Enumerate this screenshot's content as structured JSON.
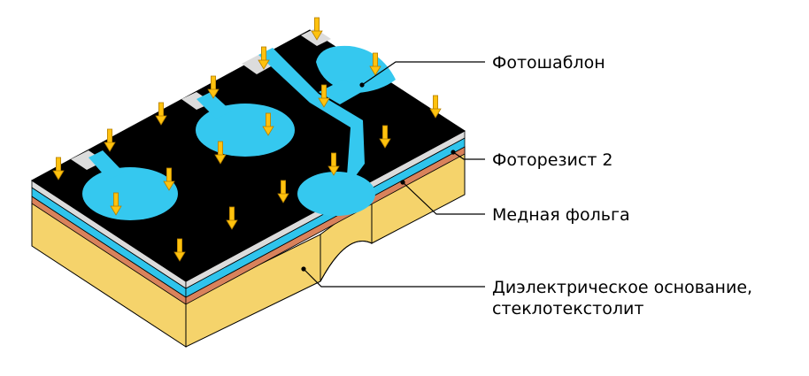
{
  "labels": {
    "photomask": "Фотошаблон",
    "photoresist": "Фоторезист 2",
    "copper_foil": "Медная фольга",
    "dielectric_line1": "Диэлектрическое основание,",
    "dielectric_line2": "стеклотекстолит"
  },
  "colors": {
    "substrate_side": "#f5d36b",
    "substrate_edge": "#c9a23c",
    "copper": "#d9825b",
    "photoresist": "#2fc4ec",
    "mask": "#000000",
    "mask_transparent_window": "#35c8ef",
    "clear_film": "#dcdcdc",
    "arrow_fill": "#ffc20e",
    "arrow_stroke": "#b57f00",
    "leader_line": "#000000"
  },
  "icons": {
    "light_arrow": "down-arrow-icon"
  }
}
